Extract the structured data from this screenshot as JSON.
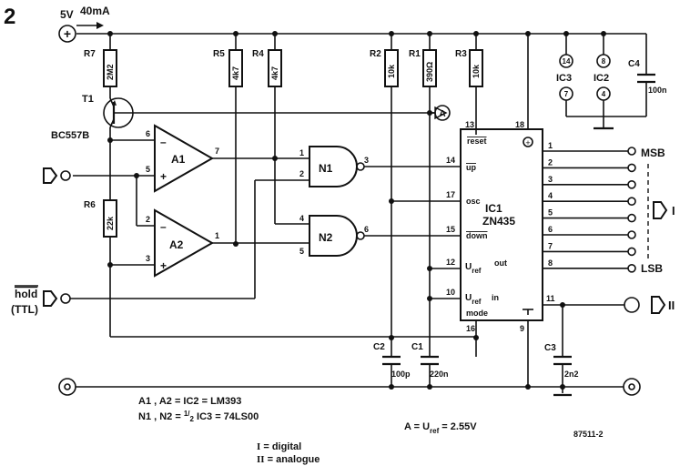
{
  "figure": {
    "number": "2",
    "code": "87511-2"
  },
  "supply": {
    "voltage": "5V",
    "current": "40mA"
  },
  "labels": {
    "transistor_ref": "T1",
    "transistor_type": "BC557B",
    "r7": "R7",
    "r7_val": "2M2",
    "r5": "R5",
    "r5_val": "4k7",
    "r4": "R4",
    "r4_val": "4k7",
    "r2": "R2",
    "r2_val": "10k",
    "r1": "R1",
    "r1_val": "390Ω",
    "r3": "R3",
    "r3_val": "10k",
    "r6": "R6",
    "r6_val": "22k",
    "c2": "C2",
    "c2_val": "100p",
    "c1": "C1",
    "c1_val": "220n",
    "c3": "C3",
    "c3_val": "2n2",
    "c4": "C4",
    "c4_val": "100n",
    "ic3": "IC3",
    "ic2": "IC2",
    "ic3_vcc": "14",
    "ic3_gnd": "7",
    "ic2_vcc": "8",
    "ic2_gnd": "4",
    "a1": "A1",
    "a2": "A2",
    "n1": "N1",
    "n2": "N2",
    "ic1": "IC1",
    "ic1_type": "ZN435",
    "pin_reset": "reset",
    "pin_up": "up",
    "pin_osc": "osc",
    "pin_down": "down",
    "pin_uref": "U",
    "pin_ref_sub": "ref",
    "pin_out": "out",
    "pin_in": "in",
    "pin_mode": "mode",
    "node_a": "A",
    "msb": "MSB",
    "lsb": "LSB",
    "hold_1": "hold",
    "hold_2": "(TTL)",
    "out_digital_mark": "I",
    "out_analogue_mark": "II",
    "plus": "+",
    "minus": "–"
  },
  "pins": {
    "a1_6": "6",
    "a1_5": "5",
    "a1_7": "7",
    "a2_2": "2",
    "a2_3": "3",
    "a2_1": "1",
    "n1_1": "1",
    "n1_2": "2",
    "n1_3": "3",
    "n2_4": "4",
    "n2_5": "5",
    "n2_6": "6",
    "ic_13": "13",
    "ic_18": "18",
    "ic_14": "14",
    "ic_17": "17",
    "ic_15": "15",
    "ic_12": "12",
    "ic_10": "10",
    "ic_16": "16",
    "ic_9": "9",
    "ic_11": "11",
    "ic_out": [
      "1",
      "2",
      "3",
      "4",
      "5",
      "6",
      "7",
      "8"
    ]
  },
  "notes": {
    "line1": "A1 , A2 = IC2 = LM393",
    "line2_a": "N1 , N2 = ",
    "line2_frac_num": "1",
    "line2_frac_den": "2",
    "line2_b": " IC3 = 74LS00",
    "uref_a": "A = U",
    "uref_sub": "ref",
    "uref_b": " = 2.55V",
    "legend_digital_mark": "I",
    "legend_digital": " = digital",
    "legend_analogue_mark": "II",
    "legend_analogue": " = analogue"
  }
}
